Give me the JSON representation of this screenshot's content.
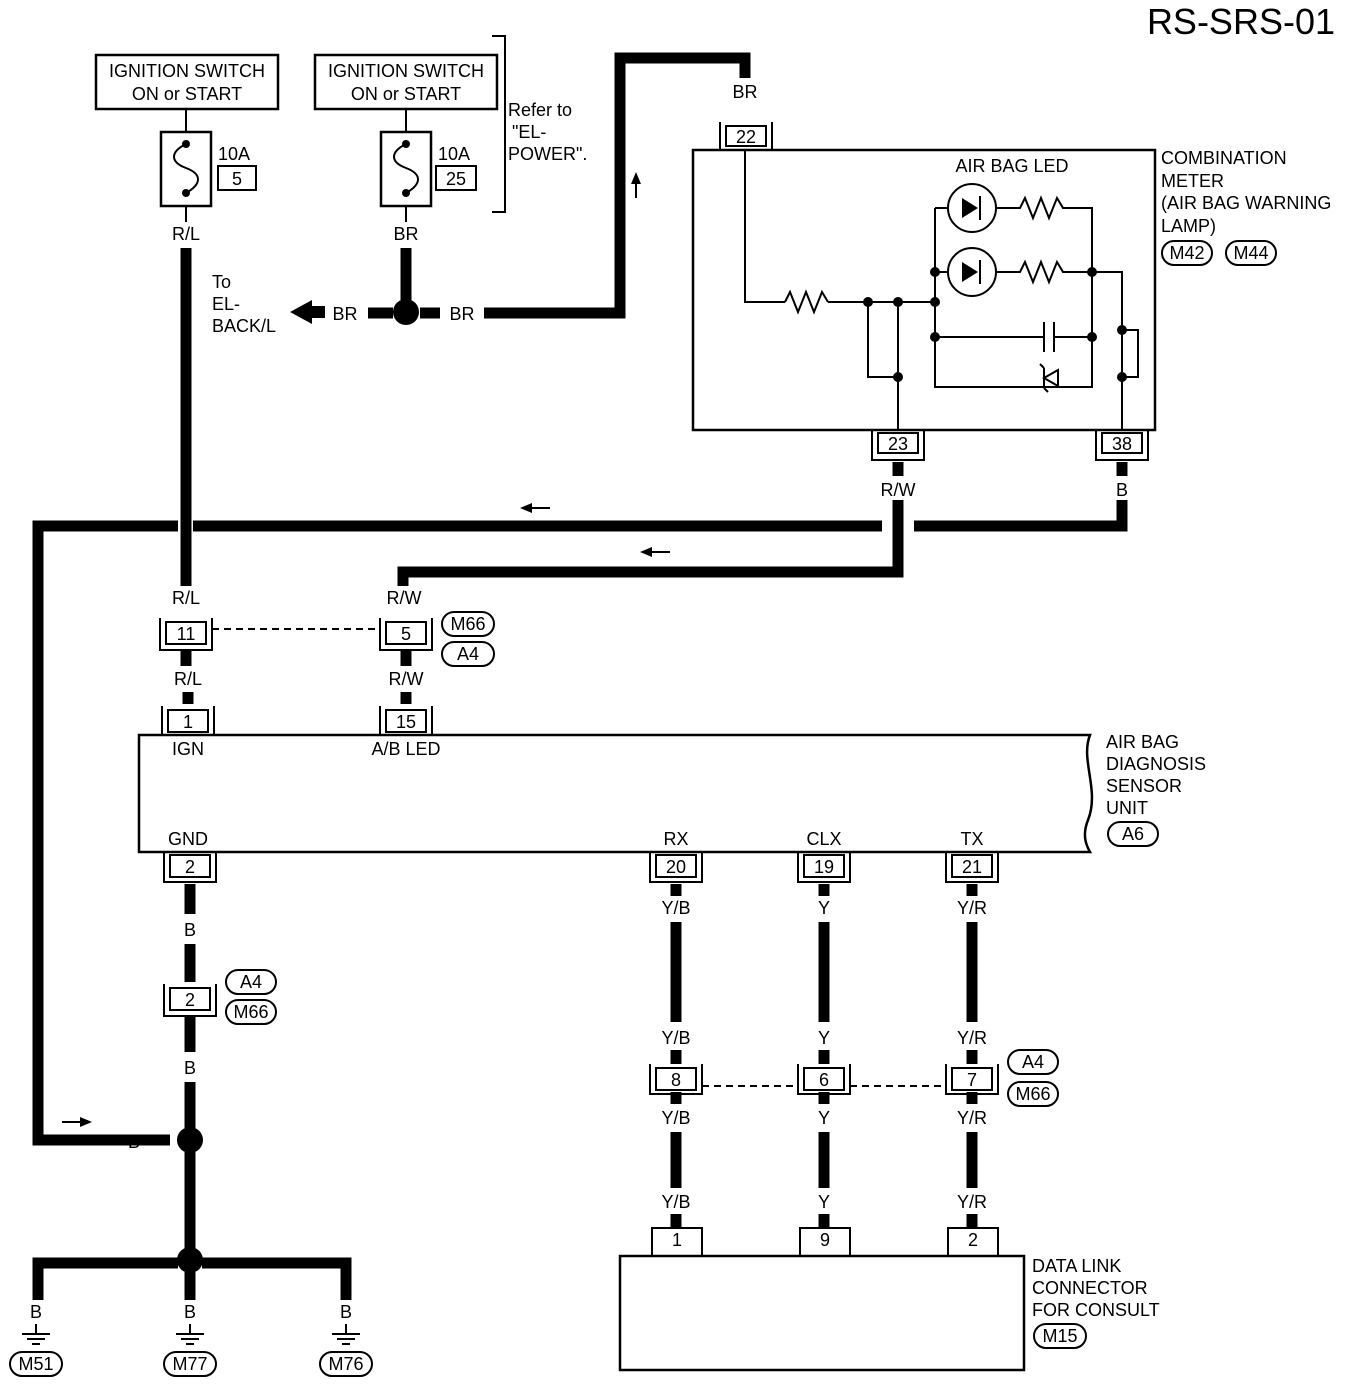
{
  "title": "RS-SRS-01",
  "ign_switch": {
    "line1": "IGNITION SWITCH",
    "line2": "ON or START"
  },
  "fuse1": {
    "rating": "10A",
    "number": "5"
  },
  "fuse2": {
    "rating": "10A",
    "number": "25"
  },
  "refer": {
    "line1": "Refer to",
    "line2": "\"EL-",
    "line3": "POWER\"."
  },
  "to_back": {
    "line1": "To",
    "line2": "EL-",
    "line3": "BACK/L"
  },
  "wires": {
    "rl": "R/L",
    "br": "BR",
    "rw": "R/W",
    "b": "B",
    "yb": "Y/B",
    "y": "Y",
    "yr": "Y/R"
  },
  "meter": {
    "led_label": "AIR BAG LED",
    "line1": "COMBINATION",
    "line2": "METER",
    "line3": "(AIR BAG WARNING",
    "line4": "LAMP)",
    "conn1": "M42",
    "conn2": "M44",
    "pin_br": "22",
    "pin_rw": "23",
    "pin_b": "38"
  },
  "joint": {
    "pin_rl": "11",
    "pin_rw": "5",
    "conn1": "M66",
    "conn2": "A4"
  },
  "sensor": {
    "line1": "AIR BAG",
    "line2": "DIAGNOSIS",
    "line3": "SENSOR",
    "line4": "UNIT",
    "conn": "A6",
    "pin_ign": "1",
    "lbl_ign": "IGN",
    "pin_led": "15",
    "lbl_led": "A/B LED",
    "pin_gnd": "2",
    "lbl_gnd": "GND",
    "pin_rx": "20",
    "lbl_rx": "RX",
    "pin_clx": "19",
    "lbl_clx": "CLX",
    "pin_tx": "21",
    "lbl_tx": "TX"
  },
  "gnd_joint": {
    "pin": "2",
    "conn1": "A4",
    "conn2": "M66"
  },
  "data_joint": {
    "pin_yb": "8",
    "pin_y": "6",
    "pin_yr": "7",
    "conn1": "A4",
    "conn2": "M66"
  },
  "dlc": {
    "line1": "DATA LINK",
    "line2": "CONNECTOR",
    "line3": "FOR CONSULT",
    "conn": "M15",
    "pin_yb": "1",
    "pin_y": "9",
    "pin_yr": "2"
  },
  "grounds": {
    "g1": "M51",
    "g2": "M77",
    "g3": "M76"
  }
}
